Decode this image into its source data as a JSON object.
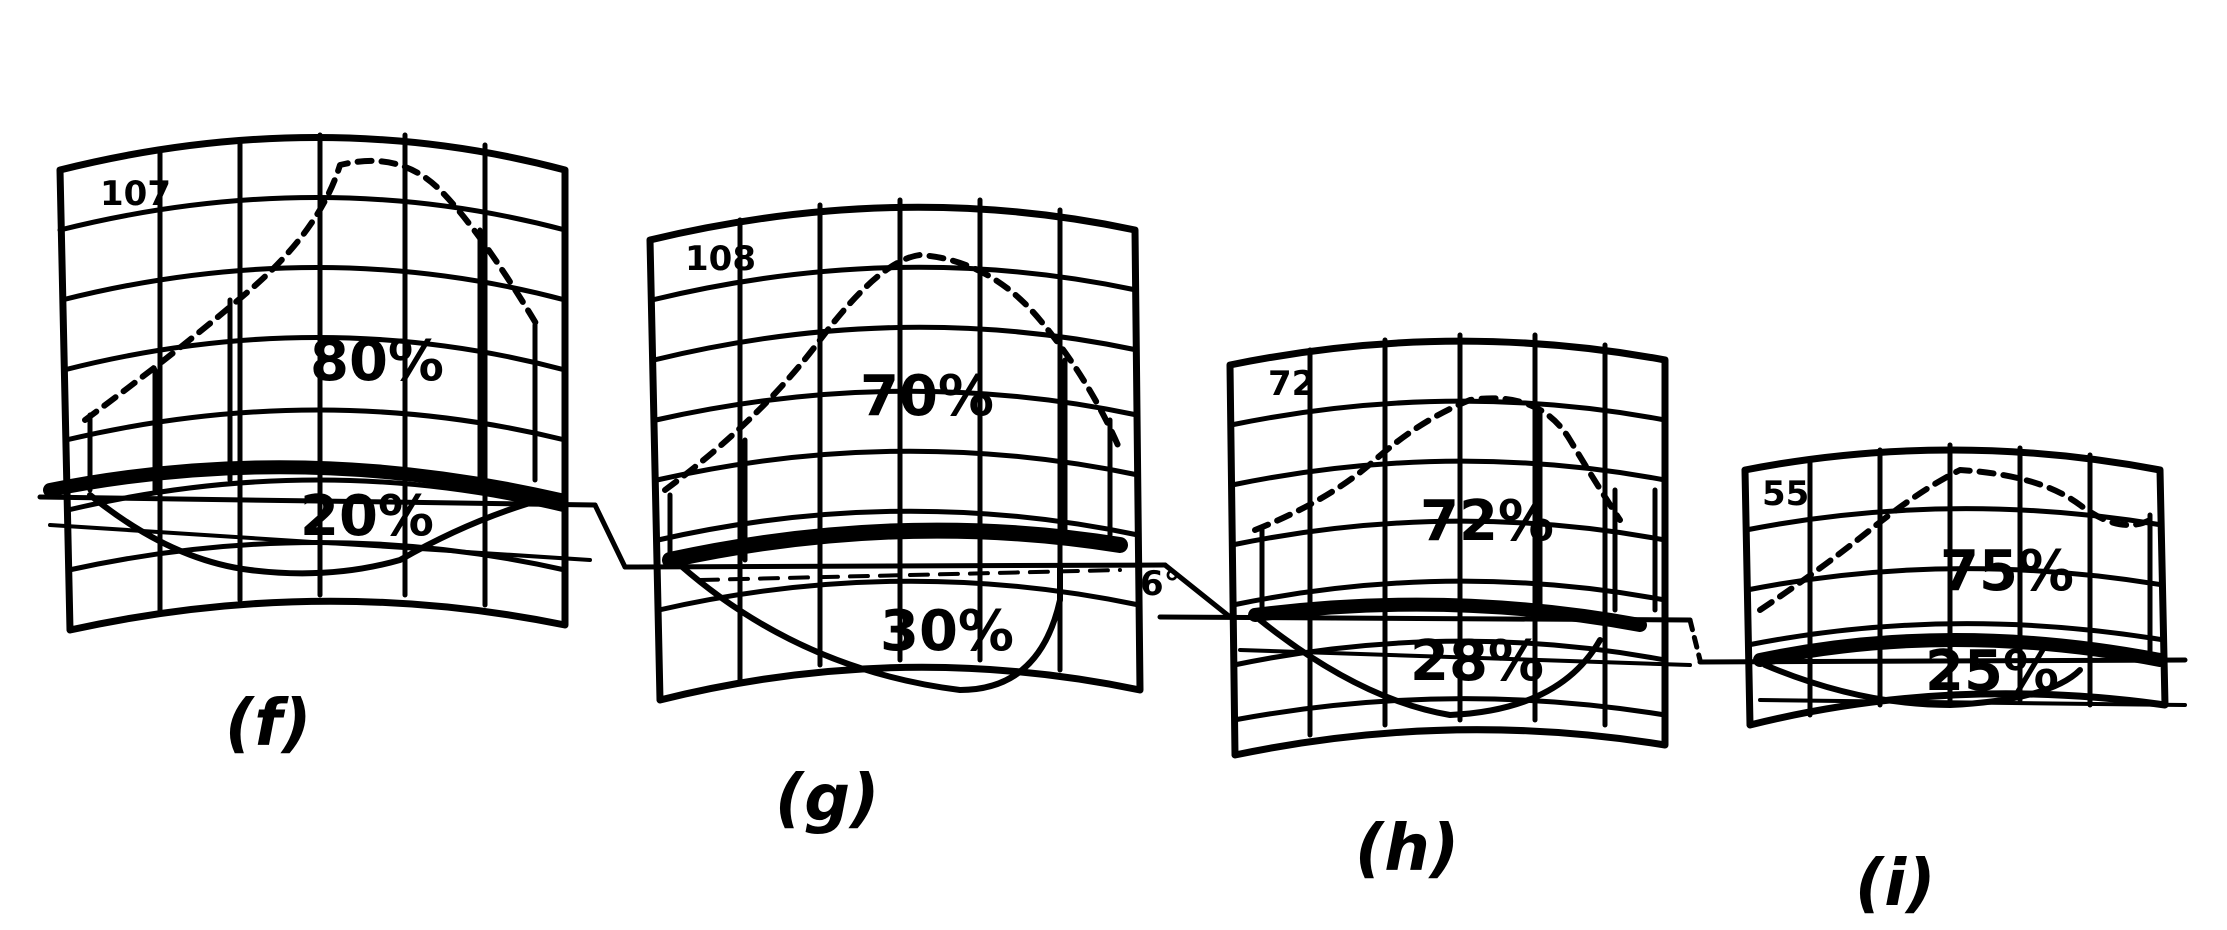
{
  "panels": [
    {
      "id": "f",
      "number": "107",
      "upper_percent": "80%",
      "lower_percent": "20%",
      "caption": "(f)"
    },
    {
      "id": "g",
      "number": "108",
      "upper_percent": "70%",
      "lower_percent": "30%",
      "caption": "(g)"
    },
    {
      "id": "h",
      "number": "72",
      "upper_percent": "72%",
      "lower_percent": "28%",
      "caption": "(h)"
    },
    {
      "id": "i",
      "number": "55",
      "upper_percent": "75%",
      "lower_percent": "25%",
      "caption": "(i)"
    }
  ],
  "annotations": {
    "angle_mark": "6°"
  },
  "colors": {
    "ink": "#000000",
    "paper": "#ffffff"
  }
}
